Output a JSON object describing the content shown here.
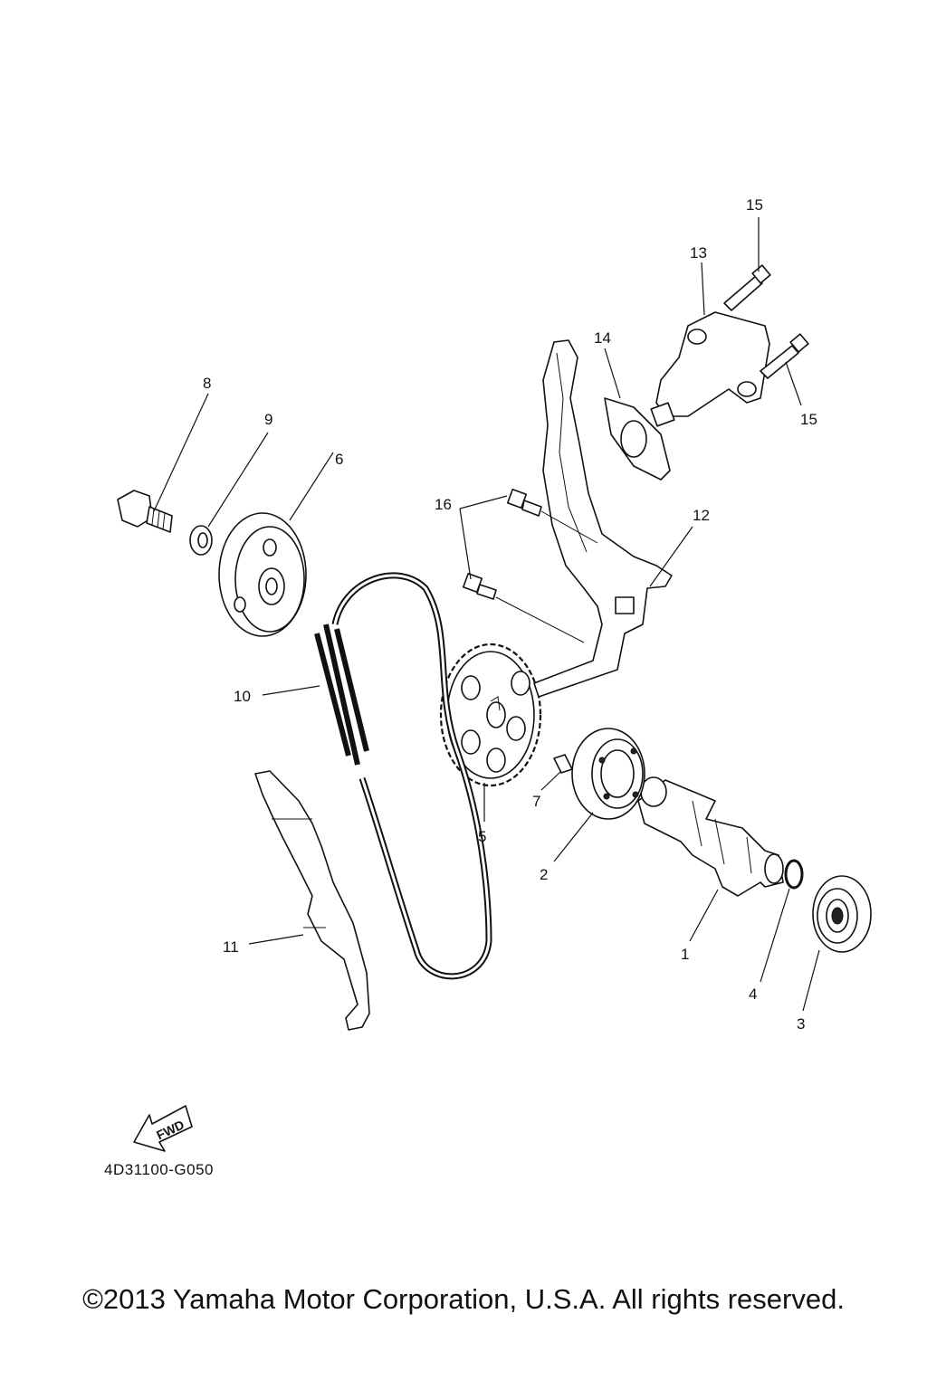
{
  "callouts": [
    {
      "id": "p1",
      "label": "1"
    },
    {
      "id": "p2",
      "label": "2"
    },
    {
      "id": "p3",
      "label": "3"
    },
    {
      "id": "p4",
      "label": "4"
    },
    {
      "id": "p5",
      "label": "5"
    },
    {
      "id": "p6",
      "label": "6"
    },
    {
      "id": "p7",
      "label": "7"
    },
    {
      "id": "p8",
      "label": "8"
    },
    {
      "id": "p9",
      "label": "9"
    },
    {
      "id": "p10",
      "label": "10"
    },
    {
      "id": "p11",
      "label": "11"
    },
    {
      "id": "p12",
      "label": "12"
    },
    {
      "id": "p13",
      "label": "13"
    },
    {
      "id": "p14",
      "label": "14"
    },
    {
      "id": "p15a",
      "label": "15"
    },
    {
      "id": "p15b",
      "label": "15"
    },
    {
      "id": "p16",
      "label": "16"
    }
  ],
  "fwd_label": "FWD",
  "diagram_code": "4D31100-G050",
  "copyright": "©2013 Yamaha Motor Corporation, U.S.A. All rights reserved."
}
